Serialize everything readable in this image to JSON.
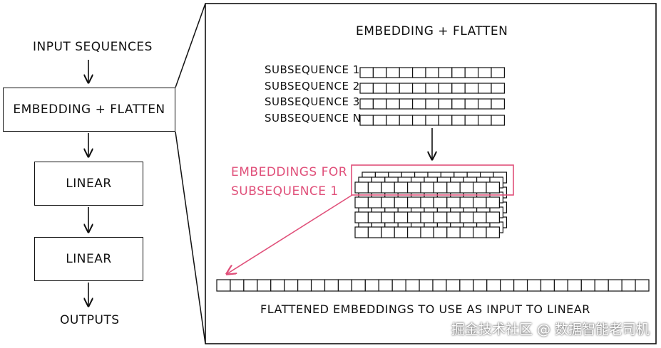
{
  "pipeline": {
    "input_label": "INPUT SEQUENCES",
    "embed_box": "EMBEDDING + FLATTEN",
    "linear1_box": "LINEAR",
    "linear2_box": "LINEAR",
    "output_label": "OUTPUTS"
  },
  "detail": {
    "title": "EMBEDDING + FLATTEN",
    "subsequences": [
      "SUBSEQUENCE 1",
      "SUBSEQUENCE 2",
      "SUBSEQUENCE 3",
      "SUBSEQUENCE N"
    ],
    "cells_per_subsequence": 11,
    "embeddings_label_line1": "EMBEDDINGS FOR",
    "embeddings_label_line2": "SUBSEQUENCE 1",
    "stack_rows": 4,
    "stack_layers": 3,
    "flat_cells": 32,
    "flat_caption": "FLATTENED EMBEDDINGS TO USE AS INPUT TO LINEAR"
  },
  "watermark": "掘金技术社区 @ 数据智能老司机",
  "colors": {
    "ink": "#111111",
    "accent": "#e0507a"
  }
}
